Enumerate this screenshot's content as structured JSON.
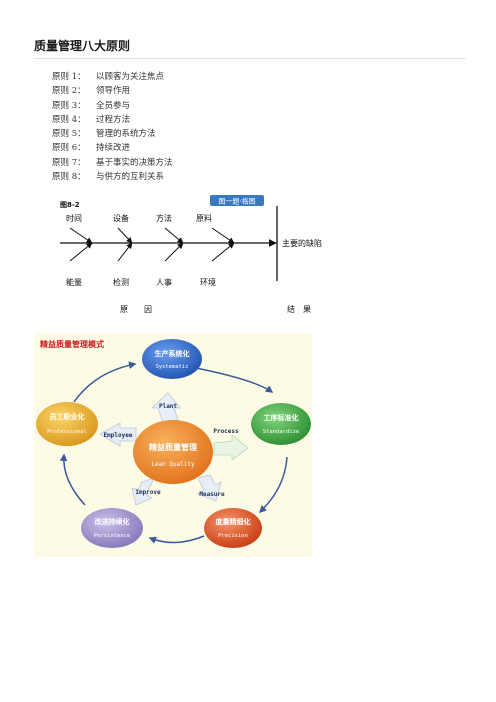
{
  "document": {
    "title": "质量管理八大原则",
    "principles": [
      {
        "label": "原则 1：",
        "text": "以顾客为关注焦点"
      },
      {
        "label": "原则 2：",
        "text": "领导作用"
      },
      {
        "label": "原则 3：",
        "text": "全员参与"
      },
      {
        "label": "原则 4：",
        "text": "过程方法"
      },
      {
        "label": "原则 5：",
        "text": "管理的系统方法"
      },
      {
        "label": "原则 6：",
        "text": "持续改进"
      },
      {
        "label": "原则 7：",
        "text": "基于事实的决策方法"
      },
      {
        "label": "原则 8：",
        "text": "与供方的互利关系"
      }
    ]
  },
  "fishbone": {
    "figure_number": "图8-2",
    "header_badge": "图一题·格图",
    "top_causes": [
      "时间",
      "设备",
      "方法",
      "原料"
    ],
    "bottom_causes": [
      "能量",
      "检测",
      "人事",
      "环境"
    ],
    "effect": "主要的缺陷",
    "cause_caption": "原　　因",
    "effect_caption": "结　果",
    "colors": {
      "badge": "#3a78c0",
      "line": "#111111"
    }
  },
  "lean_model": {
    "title": "精益质量管理模式",
    "center": {
      "cn": "精益质量管理",
      "en": "Lean Quality"
    },
    "nodes": [
      {
        "cn": "生产系统化",
        "en": "Systematic",
        "color": "#2a64c4"
      },
      {
        "cn": "工序标准化",
        "en": "Standardize",
        "color": "#35a03a"
      },
      {
        "cn": "度量精细化",
        "en": "Precision",
        "color": "#d94a18"
      },
      {
        "cn": "改进持续化",
        "en": "Persistence",
        "color": "#9a8bc8"
      },
      {
        "cn": "员工职业化",
        "en": "Professional",
        "color": "#e0a418"
      }
    ],
    "arrows": [
      "Plant",
      "Process",
      "Measure",
      "Improve",
      "Employee"
    ],
    "colors": {
      "title": "#c8201e",
      "background": "#fdfbe6",
      "center": "#e8801c",
      "ring": "#3a5a9a"
    }
  }
}
